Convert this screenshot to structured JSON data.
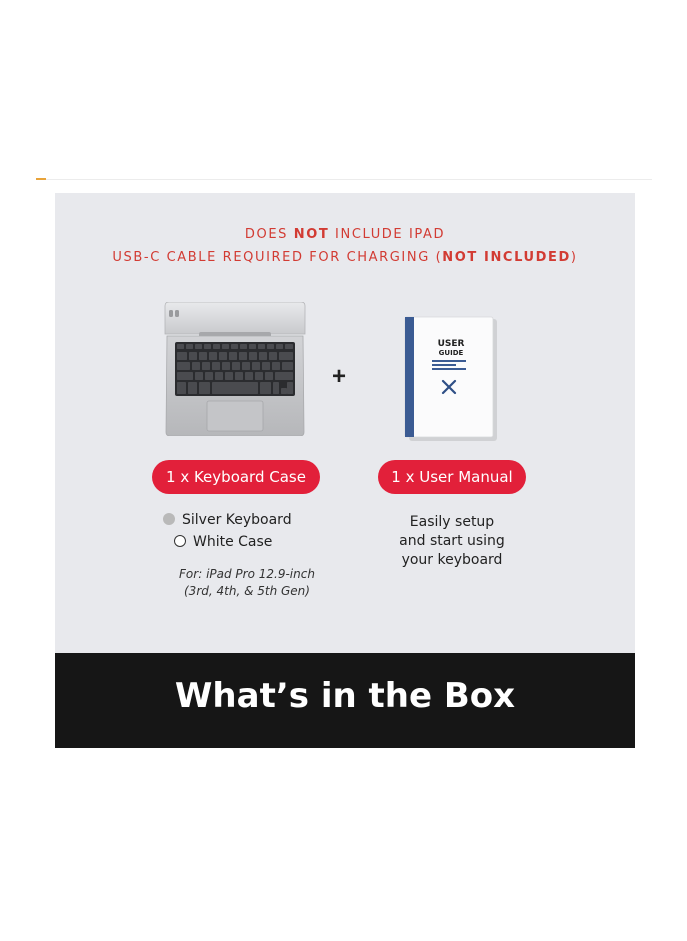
{
  "notice": {
    "line1_pre": "DOES ",
    "line1_bold": "NOT",
    "line1_post": " INCLUDE IPAD",
    "line2_pre": "USB-C CABLE REQUIRED FOR CHARGING (",
    "line2_bold": "NOT INCLUDED",
    "line2_post": ")"
  },
  "items": {
    "keyboard_label": "1 x Keyboard Case",
    "manual_label": "1 x User Manual",
    "plus": "+"
  },
  "manual_cover": {
    "line1": "USER",
    "line2": "GUIDE"
  },
  "options": {
    "silver": "Silver Keyboard",
    "white": "White Case"
  },
  "compat": {
    "line1": "For: iPad Pro 12.9-inch",
    "line2": "(3rd, 4th, & 5th Gen)"
  },
  "manual_desc": {
    "line1": "Easily setup",
    "line2": "and start using",
    "line3": "your keyboard"
  },
  "banner": {
    "title": "What’s in the Box"
  },
  "colors": {
    "accent_red": "#e2203a",
    "notice_red": "#d23b33",
    "panel_bg": "#e8e9ed",
    "banner_bg": "#161616",
    "manual_spine": "#3b5b93"
  }
}
